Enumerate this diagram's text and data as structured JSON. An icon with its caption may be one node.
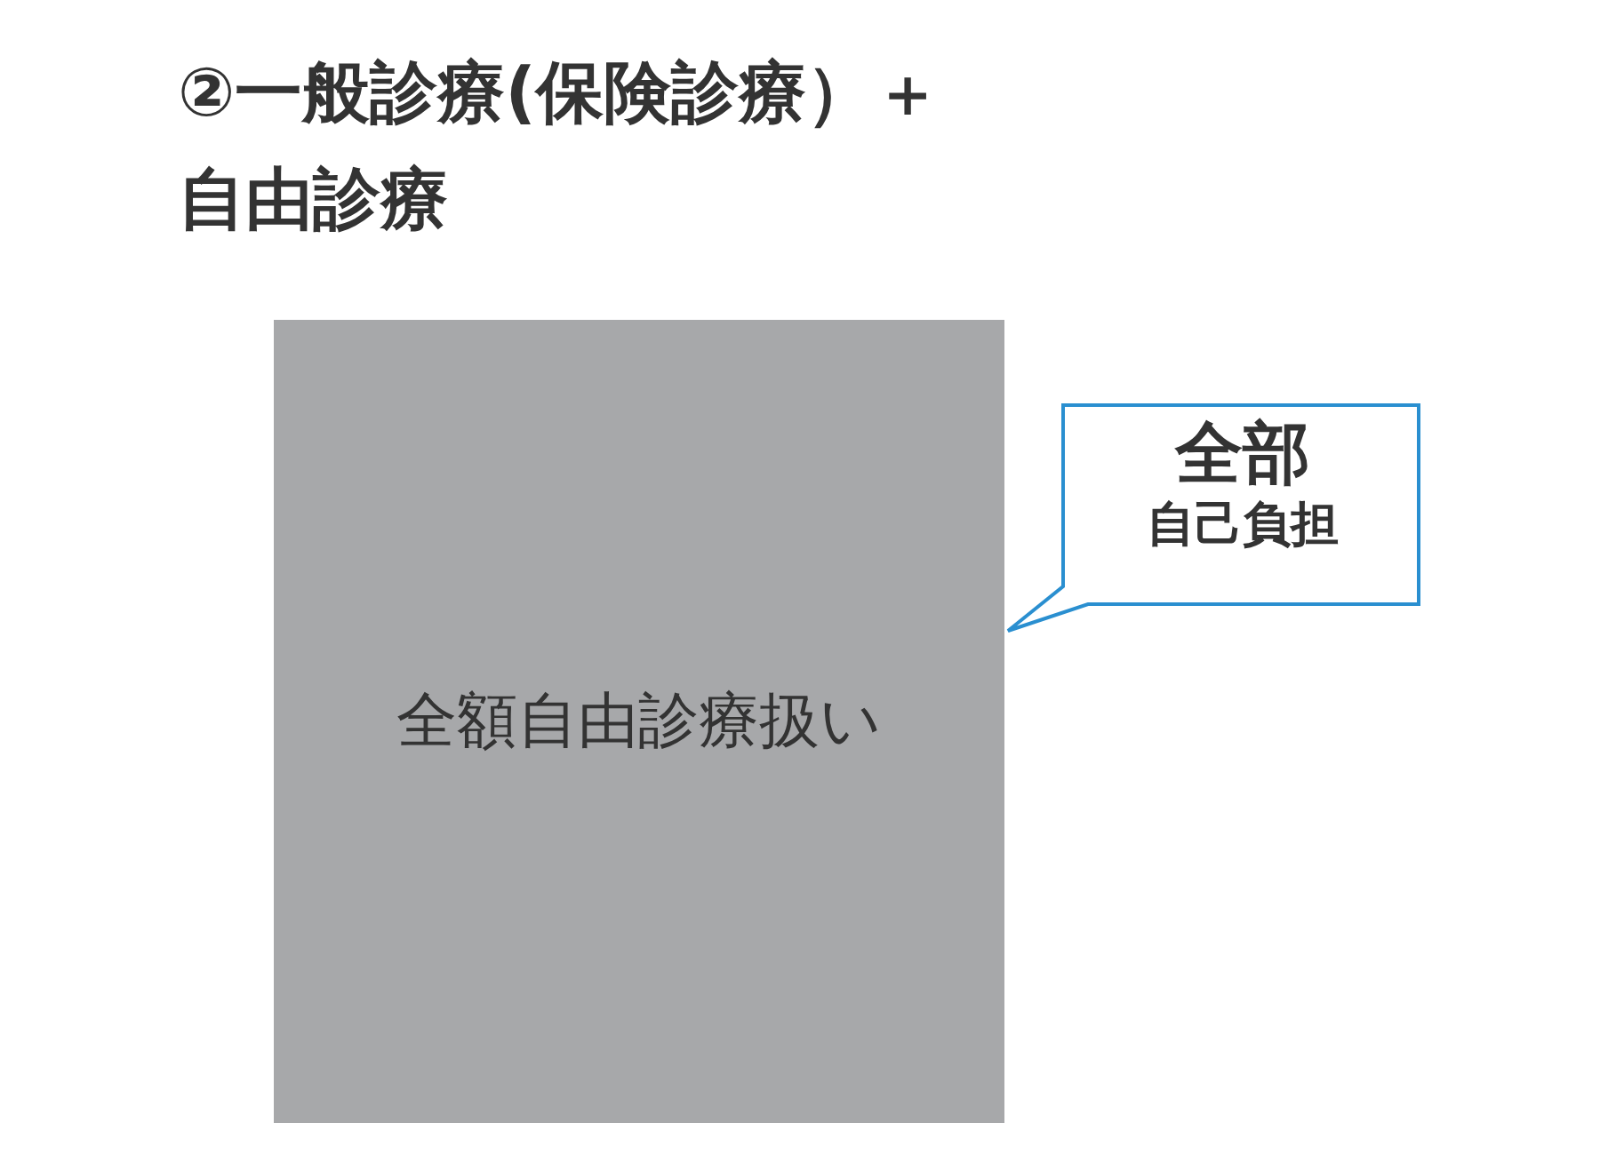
{
  "diagram": {
    "title": "②一般診療(保険診療）＋自由診療",
    "nodes": [
      {
        "text": [
          "全額自由診療扱い"
        ]
      },
      {
        "text": [
          "全部",
          "自己負担"
        ]
      }
    ]
  }
}
